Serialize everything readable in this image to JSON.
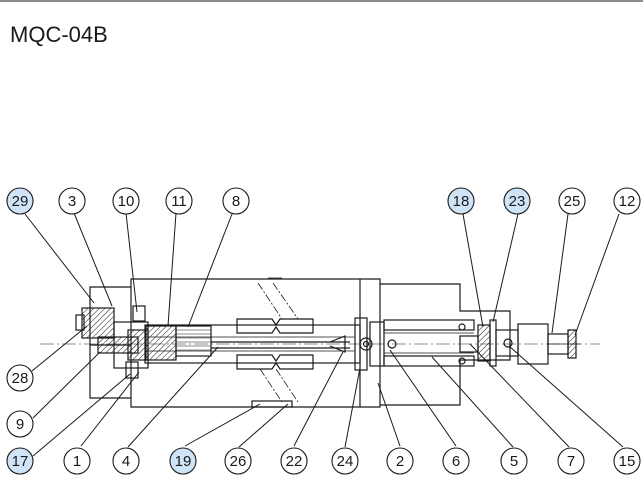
{
  "title": "MQC-04B",
  "colors": {
    "line": "#1a1a1a",
    "highlight_fill": "#cfe4f6",
    "plain_fill": "#ffffff",
    "background": "#ffffff"
  },
  "callouts": {
    "c29": {
      "label": "29",
      "highlighted": true
    },
    "c3": {
      "label": "3",
      "highlighted": false
    },
    "c10": {
      "label": "10",
      "highlighted": false
    },
    "c11": {
      "label": "11",
      "highlighted": false
    },
    "c8": {
      "label": "8",
      "highlighted": false
    },
    "c18": {
      "label": "18",
      "highlighted": true
    },
    "c23": {
      "label": "23",
      "highlighted": true
    },
    "c25": {
      "label": "25",
      "highlighted": false
    },
    "c12": {
      "label": "12",
      "highlighted": false
    },
    "c28": {
      "label": "28",
      "highlighted": false
    },
    "c9": {
      "label": "9",
      "highlighted": false
    },
    "c17": {
      "label": "17",
      "highlighted": true
    },
    "c1": {
      "label": "1",
      "highlighted": false
    },
    "c4": {
      "label": "4",
      "highlighted": false
    },
    "c19": {
      "label": "19",
      "highlighted": true
    },
    "c26": {
      "label": "26",
      "highlighted": false
    },
    "c22": {
      "label": "22",
      "highlighted": false
    },
    "c24": {
      "label": "24",
      "highlighted": false
    },
    "c2": {
      "label": "2",
      "highlighted": false
    },
    "c6": {
      "label": "6",
      "highlighted": false
    },
    "c5": {
      "label": "5",
      "highlighted": false
    },
    "c7": {
      "label": "7",
      "highlighted": false
    },
    "c15": {
      "label": "15",
      "highlighted": false
    }
  }
}
